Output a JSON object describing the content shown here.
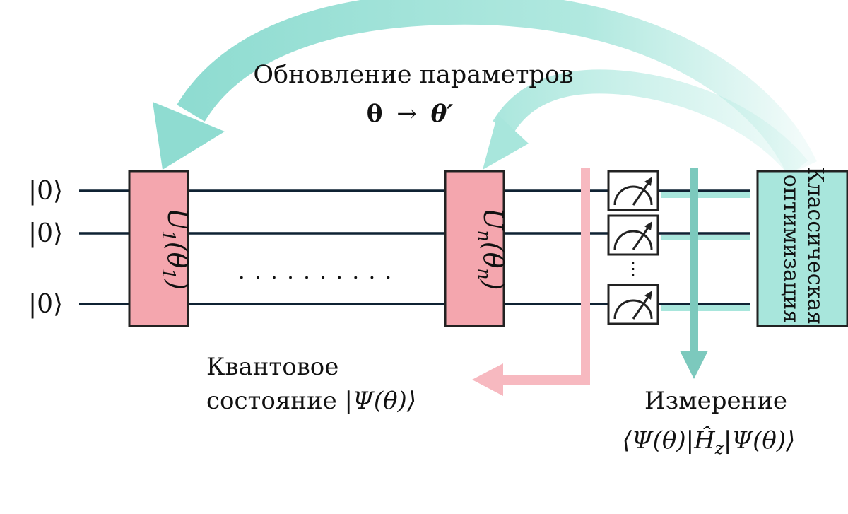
{
  "feedback": {
    "title": "Обновление параметров",
    "formula_theta": "θ",
    "formula_arrow": "→",
    "formula_theta_prime": "θ′"
  },
  "qubits": [
    {
      "ket": "|0⟩"
    },
    {
      "ket": "|0⟩"
    },
    {
      "ket": "|0⟩"
    }
  ],
  "gates": {
    "first": {
      "U": "U",
      "sub": "1",
      "arg_open": "(θ",
      "arg_sub": "1",
      "arg_close": ")"
    },
    "last": {
      "U": "U",
      "sub": "n",
      "arg_open": "(θ",
      "arg_sub": "n",
      "arg_close": ")"
    }
  },
  "ellipsis": ". . . . . . . . . .",
  "meter_dots": "⋮",
  "optimizer": {
    "line1": "Классическая",
    "line2": "оптимизация"
  },
  "state": {
    "line1": "Квантовое",
    "line2_prefix": "состояние ",
    "line2_math": "|Ψ(θ)⟩"
  },
  "measurement": {
    "line1": "Измерение",
    "line2_left": "⟨Ψ(θ)|",
    "line2_H": "Ĥ",
    "line2_sub": "z",
    "line2_right": "|Ψ(θ)⟩"
  },
  "colors": {
    "gate_fill": "#f4a6ae",
    "gate_stroke": "#222222",
    "optimizer_fill": "#a8e6dc",
    "teal": "#8fdcd1",
    "teal_dark": "#7cc9bd",
    "pink": "#f7b9c0",
    "wire": "#0f2233"
  }
}
